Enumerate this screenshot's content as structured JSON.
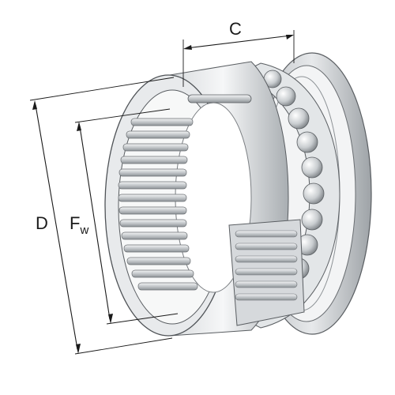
{
  "labels": {
    "c": "C",
    "d": "D",
    "fw_main": "F",
    "fw_sub": "w"
  },
  "colors": {
    "metal_light": "#eef0f1",
    "metal_mid": "#c9cdd0",
    "metal_dark": "#8d9296",
    "outline": "#5a5e62",
    "line": "#1a1a1a"
  }
}
